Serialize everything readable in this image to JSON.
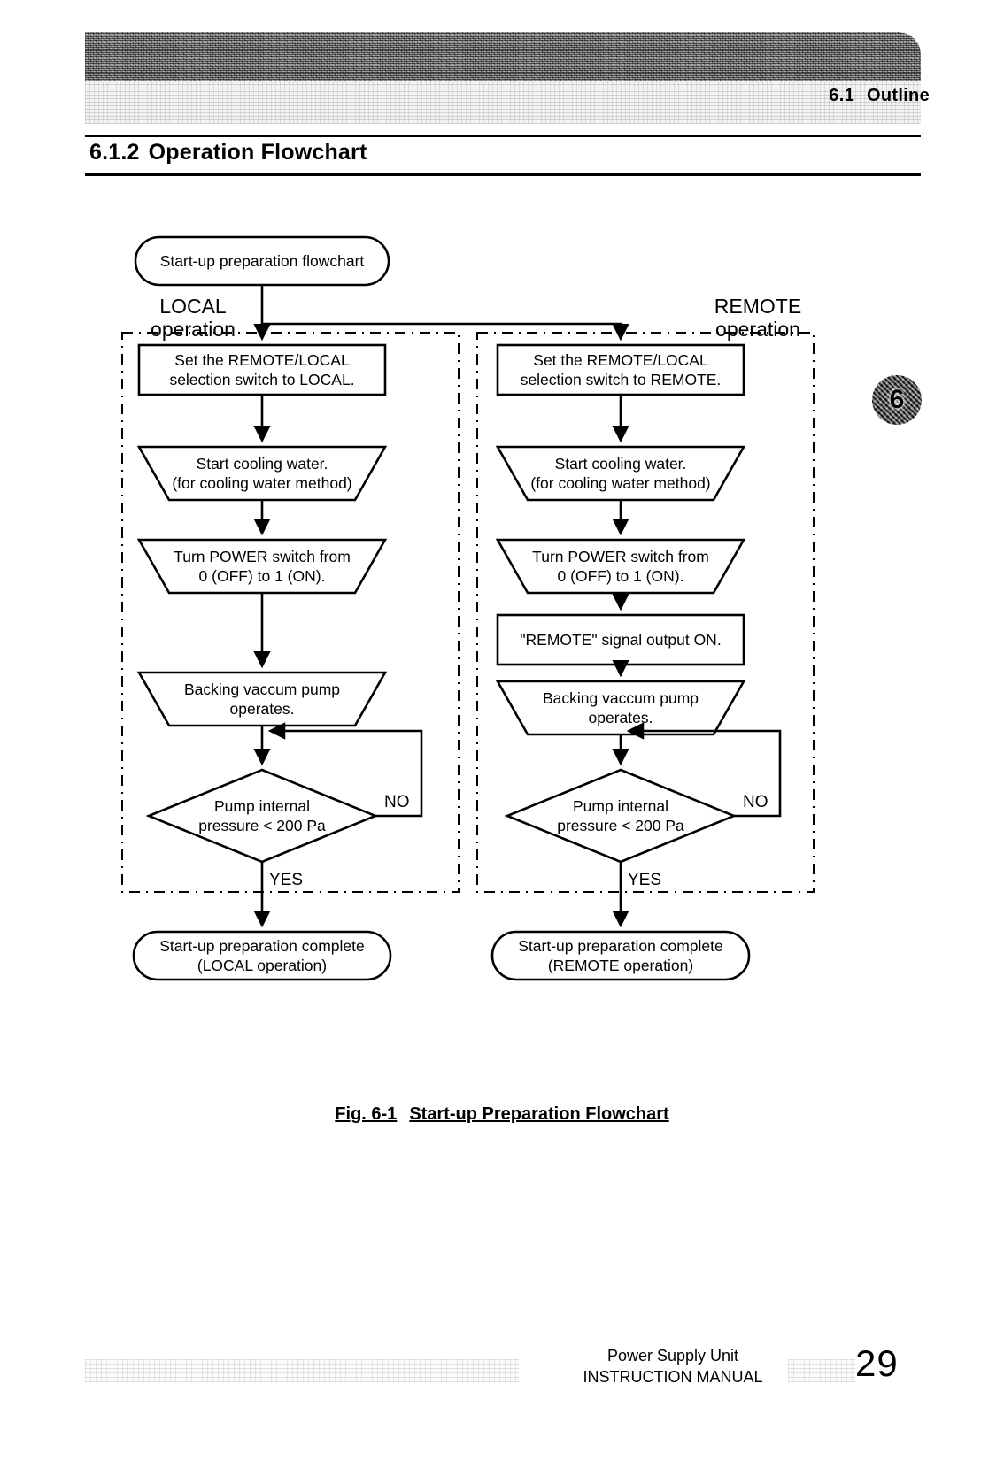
{
  "header": {
    "chapter_ref_number": "6.1",
    "chapter_ref_title": "Outline",
    "chapter_tab_number": "6"
  },
  "section": {
    "number": "6.1.2",
    "title": "Operation Flowchart"
  },
  "figure": {
    "caption_number": "Fig. 6-1",
    "caption_title": "Start-up Preparation Flowchart",
    "start_node": "Start-up preparation flowchart",
    "lanes": [
      {
        "id": "local",
        "label_line1": "LOCAL",
        "label_line2": "operation",
        "steps": [
          {
            "shape": "process",
            "lines": [
              "Set the REMOTE/LOCAL",
              "selection switch to LOCAL."
            ]
          },
          {
            "shape": "manual",
            "lines": [
              "Start cooling water.",
              "(for cooling water method)"
            ]
          },
          {
            "shape": "manual",
            "lines": [
              "Turn POWER switch from",
              "0 (OFF) to 1 (ON)."
            ]
          },
          {
            "shape": "manual",
            "lines": [
              "Backing vaccum pump",
              "operates."
            ]
          },
          {
            "shape": "decision",
            "lines": [
              "Pump internal",
              "pressure < 200 Pa"
            ],
            "yes_label": "YES",
            "no_label": "NO"
          }
        ],
        "terminal": {
          "lines": [
            "Start-up preparation complete",
            "(LOCAL operation)"
          ]
        }
      },
      {
        "id": "remote",
        "label_line1": "REMOTE",
        "label_line2": "operation",
        "steps": [
          {
            "shape": "process",
            "lines": [
              "Set the REMOTE/LOCAL",
              "selection switch to REMOTE."
            ]
          },
          {
            "shape": "manual",
            "lines": [
              "Start cooling water.",
              "(for cooling water method)"
            ]
          },
          {
            "shape": "manual",
            "lines": [
              "Turn POWER switch from",
              "0 (OFF) to 1 (ON)."
            ]
          },
          {
            "shape": "process",
            "lines": [
              "\"REMOTE\" signal output ON."
            ]
          },
          {
            "shape": "manual",
            "lines": [
              "Backing vaccum pump",
              "operates."
            ]
          },
          {
            "shape": "decision",
            "lines": [
              "Pump internal",
              "pressure < 200 Pa"
            ],
            "yes_label": "YES",
            "no_label": "NO"
          }
        ],
        "terminal": {
          "lines": [
            "Start-up preparation complete",
            "(REMOTE operation)"
          ]
        }
      }
    ]
  },
  "footer": {
    "product": "Power Supply Unit",
    "doc_type": "INSTRUCTION MANUAL",
    "page_number": "29"
  },
  "colors": {
    "ink": "#000000",
    "paper": "#ffffff",
    "header_band": "#8d8d8d",
    "header_subband": "#f2f2f2",
    "chapter_tab": "#3a3a3a"
  }
}
